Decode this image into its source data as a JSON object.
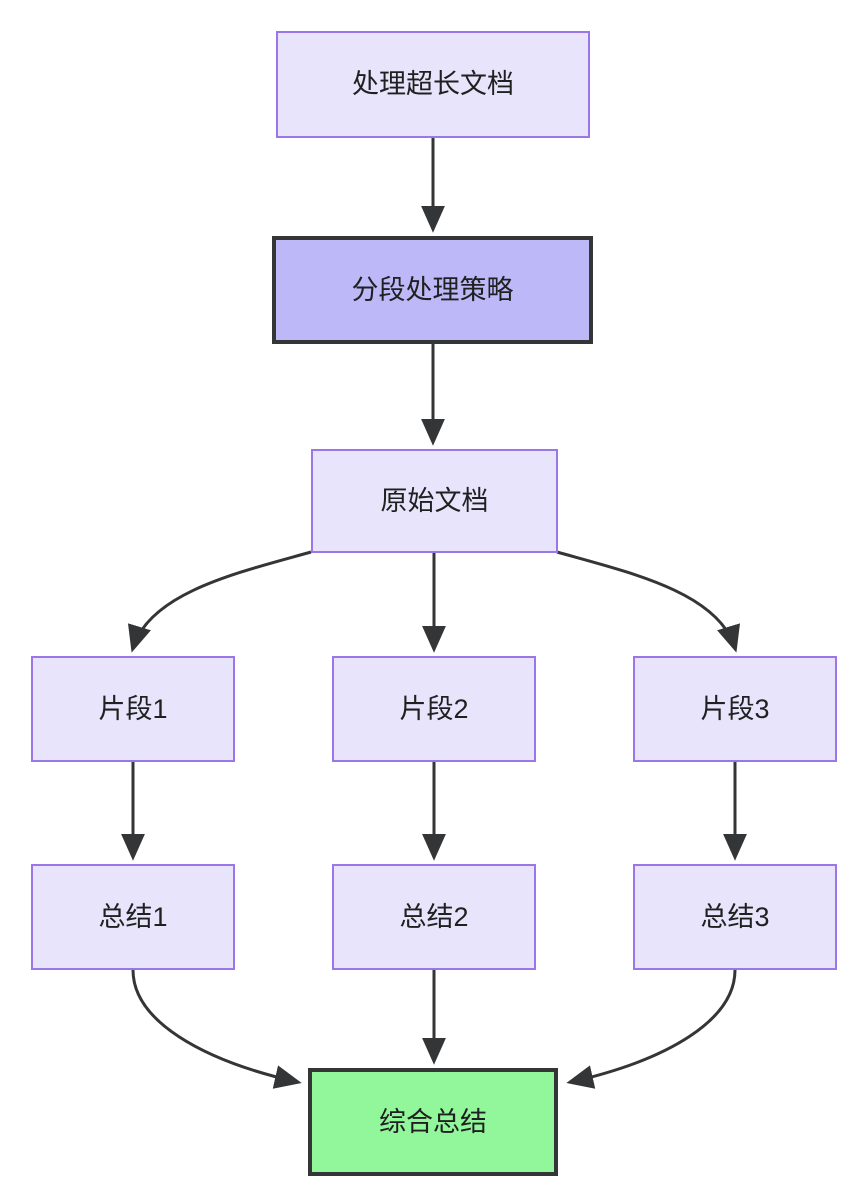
{
  "diagram": {
    "type": "flowchart",
    "direction": "top-down",
    "background_color": "#ffffff",
    "edge_color": "#333537",
    "styles": {
      "plain_fill": "#e7e4fb",
      "plain_border": "#9a76e8",
      "emphasis_fill": "#bdb8f7",
      "emphasis_border": "#333537",
      "terminal_fill": "#92f79a",
      "terminal_border": "#333537",
      "text_color": "#1f2020"
    },
    "nodes": [
      {
        "id": "long-document",
        "label": "处理超长文档",
        "style": "plain"
      },
      {
        "id": "chunk-strategy",
        "label": "分段处理策略",
        "style": "emphasis"
      },
      {
        "id": "source-document",
        "label": "原始文档",
        "style": "plain"
      },
      {
        "id": "fragment-1",
        "label": "片段1",
        "style": "plain"
      },
      {
        "id": "fragment-2",
        "label": "片段2",
        "style": "plain"
      },
      {
        "id": "fragment-3",
        "label": "片段3",
        "style": "plain"
      },
      {
        "id": "summary-1",
        "label": "总结1",
        "style": "plain"
      },
      {
        "id": "summary-2",
        "label": "总结2",
        "style": "plain"
      },
      {
        "id": "summary-3",
        "label": "总结3",
        "style": "plain"
      },
      {
        "id": "final-summary",
        "label": "综合总结",
        "style": "terminal"
      }
    ],
    "edges": [
      {
        "from": "long-document",
        "to": "chunk-strategy",
        "shape": "straight"
      },
      {
        "from": "chunk-strategy",
        "to": "source-document",
        "shape": "straight"
      },
      {
        "from": "source-document",
        "to": "fragment-1",
        "shape": "curved"
      },
      {
        "from": "source-document",
        "to": "fragment-2",
        "shape": "straight"
      },
      {
        "from": "source-document",
        "to": "fragment-3",
        "shape": "curved"
      },
      {
        "from": "fragment-1",
        "to": "summary-1",
        "shape": "straight"
      },
      {
        "from": "fragment-2",
        "to": "summary-2",
        "shape": "straight"
      },
      {
        "from": "fragment-3",
        "to": "summary-3",
        "shape": "straight"
      },
      {
        "from": "summary-1",
        "to": "final-summary",
        "shape": "curved"
      },
      {
        "from": "summary-2",
        "to": "final-summary",
        "shape": "straight"
      },
      {
        "from": "summary-3",
        "to": "final-summary",
        "shape": "curved"
      }
    ]
  }
}
